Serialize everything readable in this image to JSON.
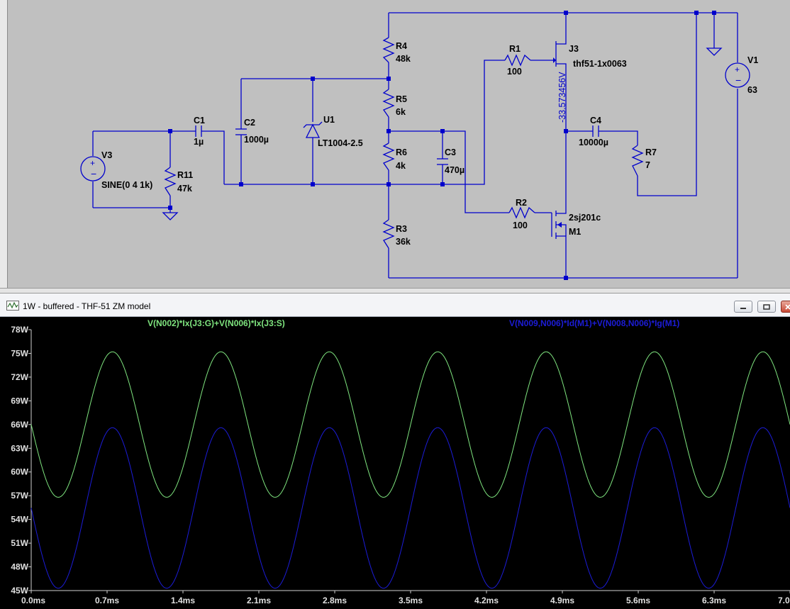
{
  "schematic": {
    "components": {
      "R4": {
        "name": "R4",
        "value": "48k"
      },
      "R5": {
        "name": "R5",
        "value": "6k"
      },
      "R6": {
        "name": "R6",
        "value": "4k"
      },
      "R3": {
        "name": "R3",
        "value": "36k"
      },
      "R1": {
        "name": "R1",
        "value": "100"
      },
      "R2": {
        "name": "R2",
        "value": "100"
      },
      "R7": {
        "name": "R7",
        "value": "7"
      },
      "R11": {
        "name": "R11",
        "value": "47k"
      },
      "C1": {
        "name": "C1",
        "value": "1µ"
      },
      "C2": {
        "name": "C2",
        "value": "1000µ"
      },
      "C3": {
        "name": "C3",
        "value": "470µ"
      },
      "C4": {
        "name": "C4",
        "value": "10000µ"
      },
      "U1": {
        "name": "U1",
        "value": "LT1004-2.5"
      },
      "V3": {
        "name": "V3",
        "value": "SINE(0 4 1k)"
      },
      "V1": {
        "name": "V1",
        "value": "63"
      },
      "J3": {
        "name": "J3",
        "value": "thf51-1x0063"
      },
      "M1": {
        "name": "M1",
        "value": "2sj201c"
      }
    },
    "node_voltage_label": "-33.573456V",
    "wire_color": "#0000cc",
    "background_color": "#c0c0c0"
  },
  "plot": {
    "window_title": "1W - buffered - THF-51 ZM model",
    "background_color": "#000000",
    "traces": [
      {
        "expression": "V(N002)*Ix(J3:G)+V(N006)*Ix(J3:S)",
        "color": "#7fe57f"
      },
      {
        "expression": "V(N009,N006)*Id(M1)+V(N008,N006)*Ig(M1)",
        "color": "#1c1cd8"
      }
    ],
    "y_ticks": [
      "78W",
      "75W",
      "72W",
      "69W",
      "66W",
      "63W",
      "60W",
      "57W",
      "54W",
      "51W",
      "48W",
      "45W"
    ],
    "x_ticks": [
      "0.0ms",
      "0.7ms",
      "1.4ms",
      "2.1ms",
      "2.8ms",
      "3.5ms",
      "4.2ms",
      "4.9ms",
      "5.6ms",
      "6.3ms",
      "7.0ms"
    ]
  },
  "chart_data": {
    "type": "line",
    "xlabel": "",
    "ylabel": "",
    "x_unit": "ms",
    "y_unit": "W",
    "xlim": [
      0,
      7.0
    ],
    "ylim": [
      45,
      78
    ],
    "grid": false,
    "series": [
      {
        "name": "V(N002)*Ix(J3:G)+V(N006)*Ix(J3:S)",
        "waveform": "sine",
        "frequency_khz": 1,
        "max": 75.2,
        "min": 56.8,
        "start_value": 64.7,
        "peak_times_ms": [
          0.75,
          1.75,
          2.75,
          3.75,
          4.75,
          5.75,
          6.75
        ],
        "trough_times_ms": [
          0.25,
          1.25,
          2.25,
          3.25,
          4.25,
          5.25,
          6.25
        ]
      },
      {
        "name": "V(N009,N006)*Id(M1)+V(N008,N006)*Ig(M1)",
        "waveform": "sine",
        "frequency_khz": 1,
        "max": 65.6,
        "min": 45.3,
        "start_value": 56.5,
        "peak_times_ms": [
          0.75,
          1.75,
          2.75,
          3.75,
          4.75,
          5.75,
          6.75
        ],
        "trough_times_ms": [
          0.25,
          1.25,
          2.25,
          3.25,
          4.25,
          5.25,
          6.25
        ]
      }
    ]
  }
}
